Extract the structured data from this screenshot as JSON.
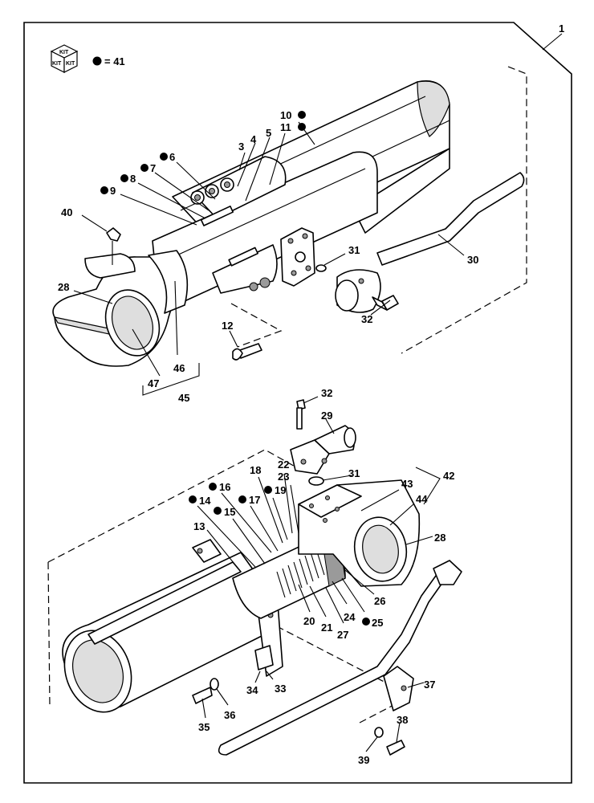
{
  "diagram": {
    "frame_label": "1",
    "kit_icon_text": "KIT",
    "legend_text": "= 41",
    "labels_upper": [
      "3",
      "4",
      "5",
      "6",
      "7",
      "8",
      "9",
      "10",
      "11",
      "12",
      "28",
      "30",
      "31",
      "32",
      "40",
      "45",
      "46",
      "47"
    ],
    "labels_lower": [
      "13",
      "14",
      "15",
      "16",
      "17",
      "18",
      "19",
      "20",
      "21",
      "22",
      "23",
      "24",
      "25",
      "26",
      "27",
      "28",
      "29",
      "31",
      "32",
      "33",
      "34",
      "35",
      "36",
      "37",
      "38",
      "39",
      "42",
      "43",
      "44"
    ],
    "kit_marked_parts": [
      "6",
      "7",
      "8",
      "9",
      "10",
      "11",
      "14",
      "15",
      "16",
      "17",
      "19",
      "25"
    ]
  }
}
